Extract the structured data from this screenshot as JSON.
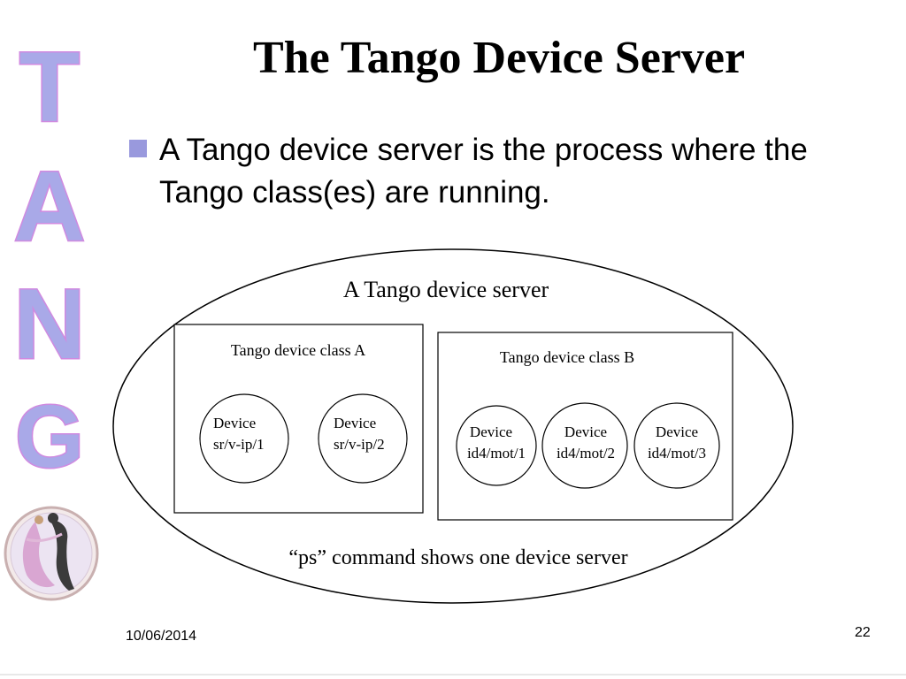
{
  "slide": {
    "title": "The Tango Device Server",
    "bullet": "A Tango device server is the process where the Tango class(es) are running.",
    "footer_date": "10/06/2014",
    "page_number": "22"
  },
  "sidebar_logo": {
    "letters": [
      "T",
      "A",
      "N",
      "G",
      "O"
    ],
    "letter_fill": "#a9a9e8",
    "letter_outline": "#d08ae0"
  },
  "diagram": {
    "server_label": "A Tango device server",
    "footer_note": "“ps” command shows one device server",
    "class_a": {
      "label": "Tango device class A",
      "devices": [
        {
          "line1": "Device",
          "line2": "sr/v-ip/1"
        },
        {
          "line1": "Device",
          "line2": "sr/v-ip/2"
        }
      ]
    },
    "class_b": {
      "label": "Tango device class B",
      "devices": [
        {
          "line1": "Device",
          "line2": "id4/mot/1"
        },
        {
          "line1": "Device",
          "line2": "id4/mot/2"
        },
        {
          "line1": "Device",
          "line2": "id4/mot/3"
        }
      ]
    }
  }
}
